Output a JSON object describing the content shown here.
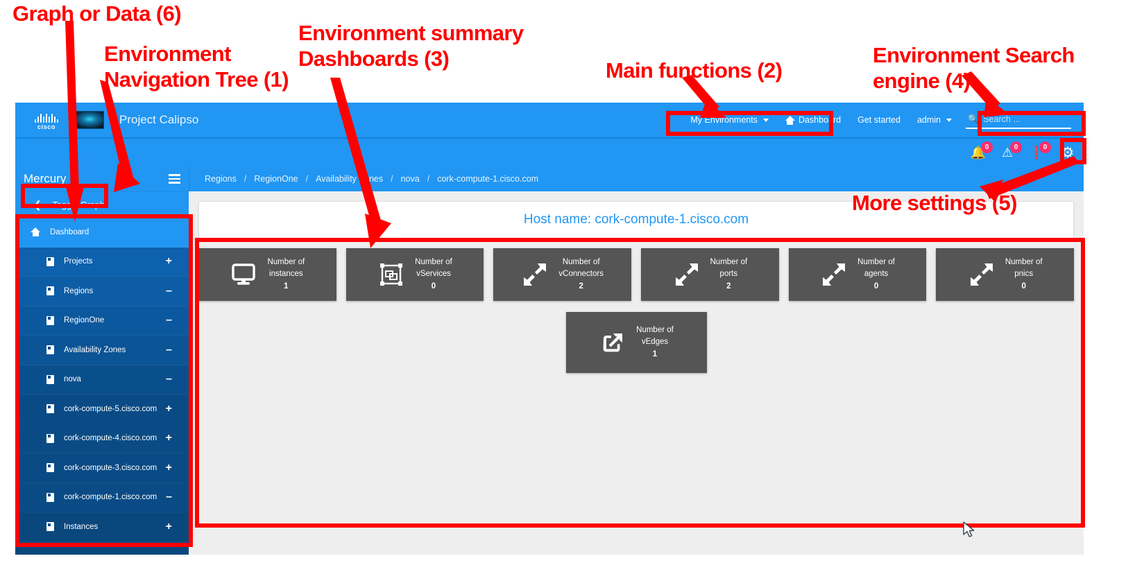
{
  "annotations": [
    {
      "id": "a6",
      "text": "Graph or Data (6)"
    },
    {
      "id": "a1",
      "text": "Environment\nNavigation Tree (1)"
    },
    {
      "id": "a3",
      "text": "Environment summary\nDashboards (3)"
    },
    {
      "id": "a2",
      "text": "Main functions (2)"
    },
    {
      "id": "a4",
      "text": "Environment Search\nengine (4)"
    },
    {
      "id": "a5",
      "text": "More settings (5)"
    }
  ],
  "colors": {
    "brand_blue": "#2196f3",
    "sidebar_blue": "#0c4d88",
    "card_gray": "#555555",
    "badge_pink": "#ff2d6f",
    "annotation_red": "#ff0000"
  },
  "topbar": {
    "cisco_wordmark": "cisco",
    "app_title": "Project Calipso",
    "nav": [
      {
        "label": "My Environments",
        "icon": "chevron-down-icon",
        "has_caret": true
      },
      {
        "label": "Dashboard",
        "icon": "home-icon",
        "has_caret": false
      },
      {
        "label": "Get started",
        "icon": "",
        "has_caret": false
      },
      {
        "label": "admin",
        "icon": "chevron-down-icon",
        "has_caret": true
      }
    ],
    "search": {
      "placeholder": "Search ...",
      "value": "",
      "icon": "search-icon"
    }
  },
  "statusbar": {
    "items": [
      {
        "icon": "bell-icon",
        "glyph": "\u0001",
        "count": "0"
      },
      {
        "icon": "warning-triangle-icon",
        "glyph": "\u0001",
        "count": "0"
      },
      {
        "icon": "error-circle-icon",
        "glyph": "\u0001",
        "count": "0"
      }
    ],
    "settings_icon": "gear-icon"
  },
  "sidebar": {
    "title": "Mercury",
    "menu_icon": "hamburger-icon",
    "toggle_graph": {
      "label": "Toggle Graph",
      "icon": "share-icon"
    },
    "items": [
      {
        "label": "Dashboard",
        "icon": "home-icon",
        "toggle": "",
        "level": "dash"
      },
      {
        "label": "Projects",
        "icon": "node-icon",
        "toggle": "+",
        "level": "lvl1"
      },
      {
        "label": "Regions",
        "icon": "node-icon",
        "toggle": "–",
        "level": "lvl2"
      },
      {
        "label": "RegionOne",
        "icon": "node-icon",
        "toggle": "–",
        "level": "lvl3"
      },
      {
        "label": "Availability Zones",
        "icon": "node-icon",
        "toggle": "–",
        "level": "lvl4"
      },
      {
        "label": "nova",
        "icon": "node-icon",
        "toggle": "–",
        "level": "lvl5"
      },
      {
        "label": "cork-compute-5.cisco.com",
        "icon": "node-icon",
        "toggle": "+",
        "level": "lvl6"
      },
      {
        "label": "cork-compute-4.cisco.com",
        "icon": "node-icon",
        "toggle": "+",
        "level": "lvl6"
      },
      {
        "label": "cork-compute-3.cisco.com",
        "icon": "node-icon",
        "toggle": "+",
        "level": "lvl6"
      },
      {
        "label": "cork-compute-1.cisco.com",
        "icon": "node-icon",
        "toggle": "–",
        "level": "lvl6"
      },
      {
        "label": "Instances",
        "icon": "node-icon",
        "toggle": "+",
        "level": "lvl7"
      }
    ]
  },
  "breadcrumb": {
    "separator": "/",
    "items": [
      "Regions",
      "RegionOne",
      "Availability Zones",
      "nova",
      "cork-compute-1.cisco.com"
    ]
  },
  "main": {
    "host_title": "Host name: cork-compute-1.cisco.com",
    "cards_row1": [
      {
        "t1": "Number of",
        "t2": "instances",
        "value": "1",
        "icon": "monitor-icon"
      },
      {
        "t1": "Number of",
        "t2": "vServices",
        "value": "0",
        "icon": "vservice-icon"
      },
      {
        "t1": "Number of",
        "t2": "vConnectors",
        "value": "2",
        "icon": "compress-arrows-icon"
      },
      {
        "t1": "Number of",
        "t2": "ports",
        "value": "2",
        "icon": "compress-arrows-icon"
      },
      {
        "t1": "Number of",
        "t2": "agents",
        "value": "0",
        "icon": "compress-arrows-icon"
      },
      {
        "t1": "Number of",
        "t2": "pnics",
        "value": "0",
        "icon": "compress-arrows-icon"
      }
    ],
    "cards_row2": [
      {
        "t1": "Number of",
        "t2": "vEdges",
        "value": "1",
        "icon": "external-link-icon"
      }
    ]
  }
}
